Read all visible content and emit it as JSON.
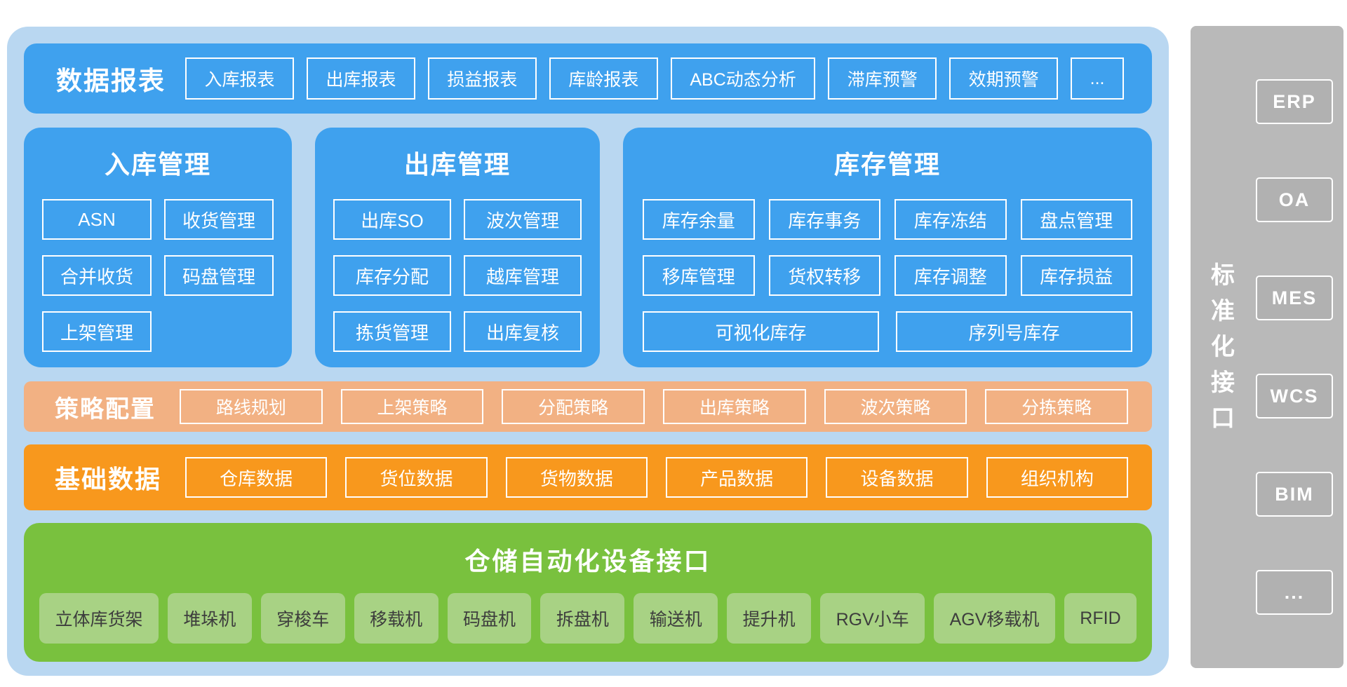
{
  "colors": {
    "blue": "#3fa1ee",
    "container_light_blue": "#b9d7f1",
    "strategy_salmon": "#f2b183",
    "basic_orange": "#f8981d",
    "automation_green": "#79c13e",
    "automation_item_green": "#a8d284",
    "sidebar_gray": "#b9b9b9",
    "sidebar_box_gray": "#b1b1b1"
  },
  "reports": {
    "title": "数据报表",
    "items": [
      "入库报表",
      "出库报表",
      "损益报表",
      "库龄报表",
      "ABC动态分析",
      "滞库预警",
      "效期预警",
      "..."
    ]
  },
  "modules": [
    {
      "title": "入库管理",
      "items": [
        "ASN",
        "收货管理",
        "合并收货",
        "码盘管理",
        "上架管理"
      ]
    },
    {
      "title": "出库管理",
      "items": [
        "出库SO",
        "波次管理",
        "库存分配",
        "越库管理",
        "拣货管理",
        "出库复核"
      ]
    },
    {
      "title": "库存管理",
      "items": [
        "库存余量",
        "库存事务",
        "库存冻结",
        "盘点管理",
        "移库管理",
        "货权转移",
        "库存调整",
        "库存损益"
      ],
      "wide_items": [
        "可视化库存",
        "序列号库存"
      ]
    }
  ],
  "strategy": {
    "title": "策略配置",
    "items": [
      "路线规划",
      "上架策略",
      "分配策略",
      "出库策略",
      "波次策略",
      "分拣策略"
    ]
  },
  "basic": {
    "title": "基础数据",
    "items": [
      "仓库数据",
      "货位数据",
      "货物数据",
      "产品数据",
      "设备数据",
      "组织机构"
    ]
  },
  "automation": {
    "title": "仓储自动化设备接口",
    "items": [
      "立体库货架",
      "堆垛机",
      "穿梭车",
      "移载机",
      "码盘机",
      "拆盘机",
      "输送机",
      "提升机",
      "RGV小车",
      "AGV移载机",
      "RFID"
    ]
  },
  "sidebar": {
    "title": "标准化接口",
    "items": [
      "ERP",
      "OA",
      "MES",
      "WCS",
      "BIM",
      "..."
    ]
  }
}
